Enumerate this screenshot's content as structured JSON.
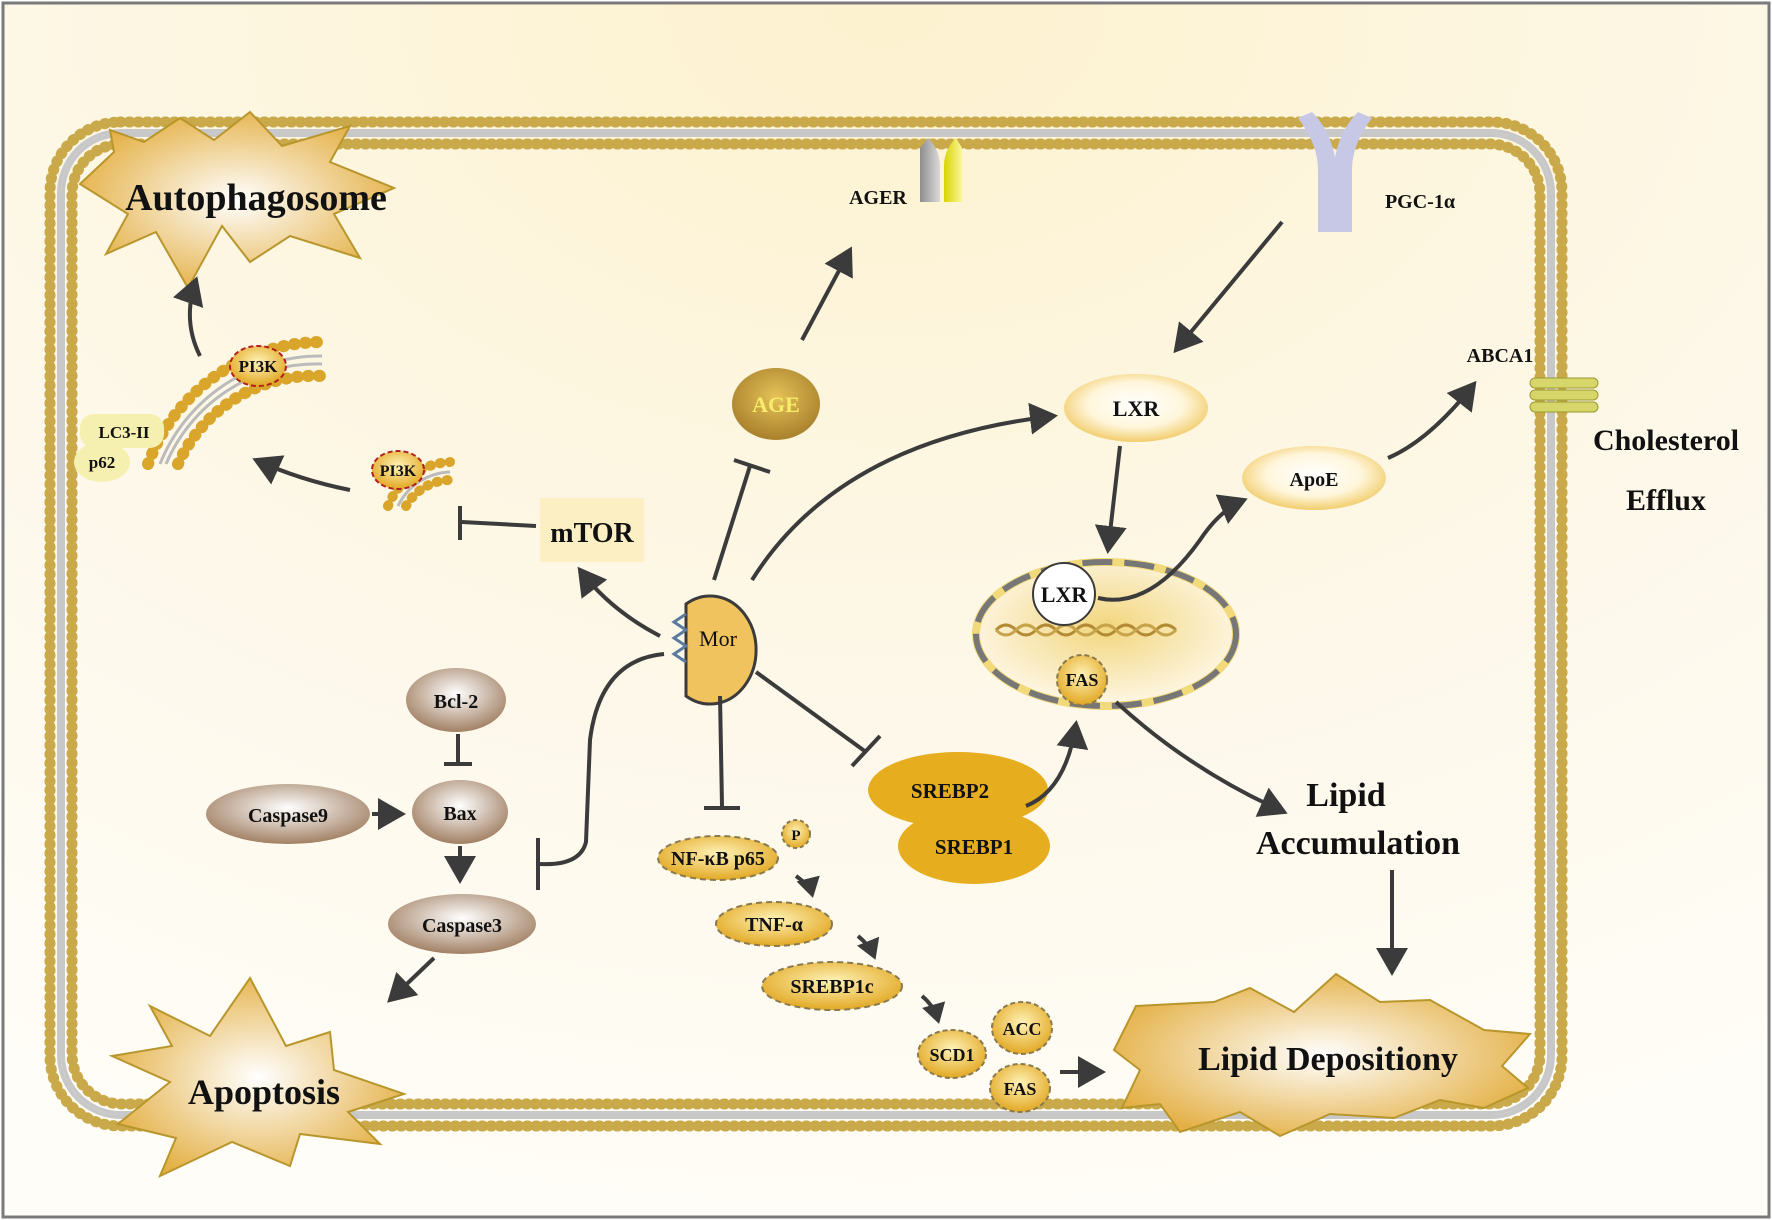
{
  "labels": {
    "autophagosome": "Autophagosome",
    "apoptosis": "Apoptosis",
    "lipid_depository": "Lipid Depositiony",
    "lipid_accumulation_1": "Lipid",
    "lipid_accumulation_2": "Accumulation",
    "cholesterol_efflux_1": "Cholesterol",
    "cholesterol_efflux_2": "Efflux",
    "ager": "AGER",
    "pgc1a": "PGC-1α",
    "abca1": "ABCA1",
    "age": "AGE",
    "lxr": "LXR",
    "lxr_nucleus": "LXR",
    "apoe": "ApoE",
    "fas_nucleus": "FAS",
    "mtor": "mTOR",
    "mor": "Mor",
    "pi3k_1": "PI3K",
    "pi3k_2": "PI3K",
    "lc3": "LC3-II",
    "p62": "p62",
    "bcl2": "Bcl-2",
    "bax": "Bax",
    "caspase9": "Caspase9",
    "caspase3": "Caspase3",
    "nfkb": "NF-κB p65",
    "phospho": "P",
    "tnfa": "TNF-α",
    "srebp1c": "SREBP1c",
    "scd1": "SCD1",
    "acc": "ACC",
    "fas_bottom": "FAS",
    "srebp2": "SREBP2",
    "srebp1": "SREBP1"
  },
  "colors": {
    "membrane_dot": "#c9a94a",
    "gold": "#e8b630",
    "tan": "#a07c5b",
    "dark_line": "#3b3b3b"
  }
}
